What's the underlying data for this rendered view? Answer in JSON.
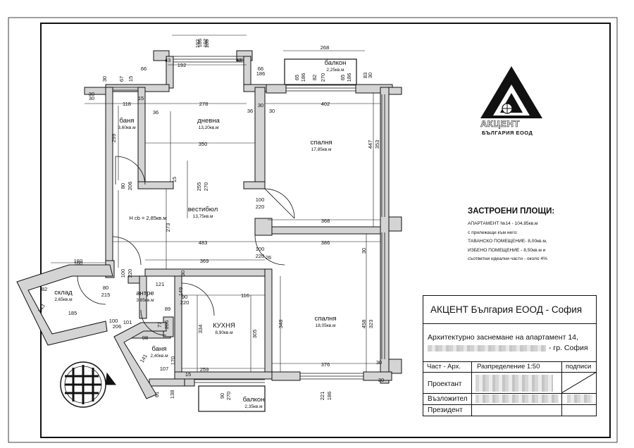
{
  "rooms": [
    {
      "id": "bath1",
      "name": "баня",
      "area": "3,60кв.м"
    },
    {
      "id": "living",
      "name": "дневна",
      "area": "13,20кв.м"
    },
    {
      "id": "bedroom1",
      "name": "спалня",
      "area": "17,85кв.м"
    },
    {
      "id": "hall",
      "name": "вестибюл",
      "area": "13,75кв.м"
    },
    {
      "id": "bedroom2",
      "name": "спалня",
      "area": "18,05кв.м"
    },
    {
      "id": "storage",
      "name": "склад",
      "area": "2,65кв.м"
    },
    {
      "id": "lobby",
      "name": "антре",
      "area": "3,85кв.м"
    },
    {
      "id": "kitchen",
      "name": "КУХНЯ",
      "area": "8,90кв.м"
    },
    {
      "id": "bath2",
      "name": "баня",
      "area": "2,40кв.м"
    },
    {
      "id": "balcony1",
      "name": "балкон",
      "area": "2,25кв.м"
    },
    {
      "id": "balcony2",
      "name": "балкон",
      "area": "2,35кв.м"
    }
  ],
  "dims": [
    "30",
    "67",
    "15",
    "66",
    "43",
    "192",
    "186",
    "43",
    "66",
    "186",
    "30",
    "268",
    "65",
    "186",
    "82",
    "270",
    "65",
    "186",
    "83",
    "30",
    "118",
    "15",
    "278",
    "36",
    "36",
    "30",
    "402",
    "299",
    "350",
    "15",
    "447",
    "353",
    "80",
    "206",
    "255",
    "270",
    "100",
    "220",
    "H cb = 2,85кв.м",
    "273",
    "368",
    "483",
    "100",
    "220",
    "386",
    "30",
    "160",
    "100",
    "220",
    "369",
    "26",
    "121",
    "30",
    "90",
    "220",
    "149",
    "116",
    "82",
    "80",
    "215",
    "185",
    "143",
    "89",
    "348",
    "458",
    "323",
    "100",
    "206",
    "101",
    "334",
    "305",
    "77",
    "206",
    "98",
    "170",
    "141",
    "107",
    "259",
    "376",
    "30",
    "61",
    "138",
    "15",
    "90",
    "270",
    "221",
    "186",
    "30",
    "30",
    "30",
    "160",
    "192",
    "192",
    "186"
  ],
  "area_summary": {
    "title": "ЗАСТРОЕНИ ПЛОЩИ:",
    "lines": [
      "АПАРТАМЕНТ №14 - 104,85кв.м",
      "с прилежащи към него:",
      "ТАВАНСКО ПОМЕЩЕНИЕ- 8,00кв.м,",
      "ИЗБЕНО ПОМЕЩЕНИЕ - 8,50кв.м  и",
      "съответни идеални части - около 4%"
    ]
  },
  "logo": {
    "name": "АКЦЕНТ",
    "sub": "БЪЛГАРИЯ ЕООД"
  },
  "title_block": {
    "company": "АКЦЕНТ България ЕООД - София",
    "project_line1": "Архитектурно заснемане на апартамент 14,",
    "project_line2": "- гр. София",
    "part": "Част - Арх.",
    "scale": "Разпределение  1:50",
    "signatures": "подписи",
    "designer": "Проектант",
    "client": "Възложител",
    "president": "Президент"
  },
  "colors": {
    "wall_fill": "#d4d4d4",
    "line": "#111111"
  }
}
